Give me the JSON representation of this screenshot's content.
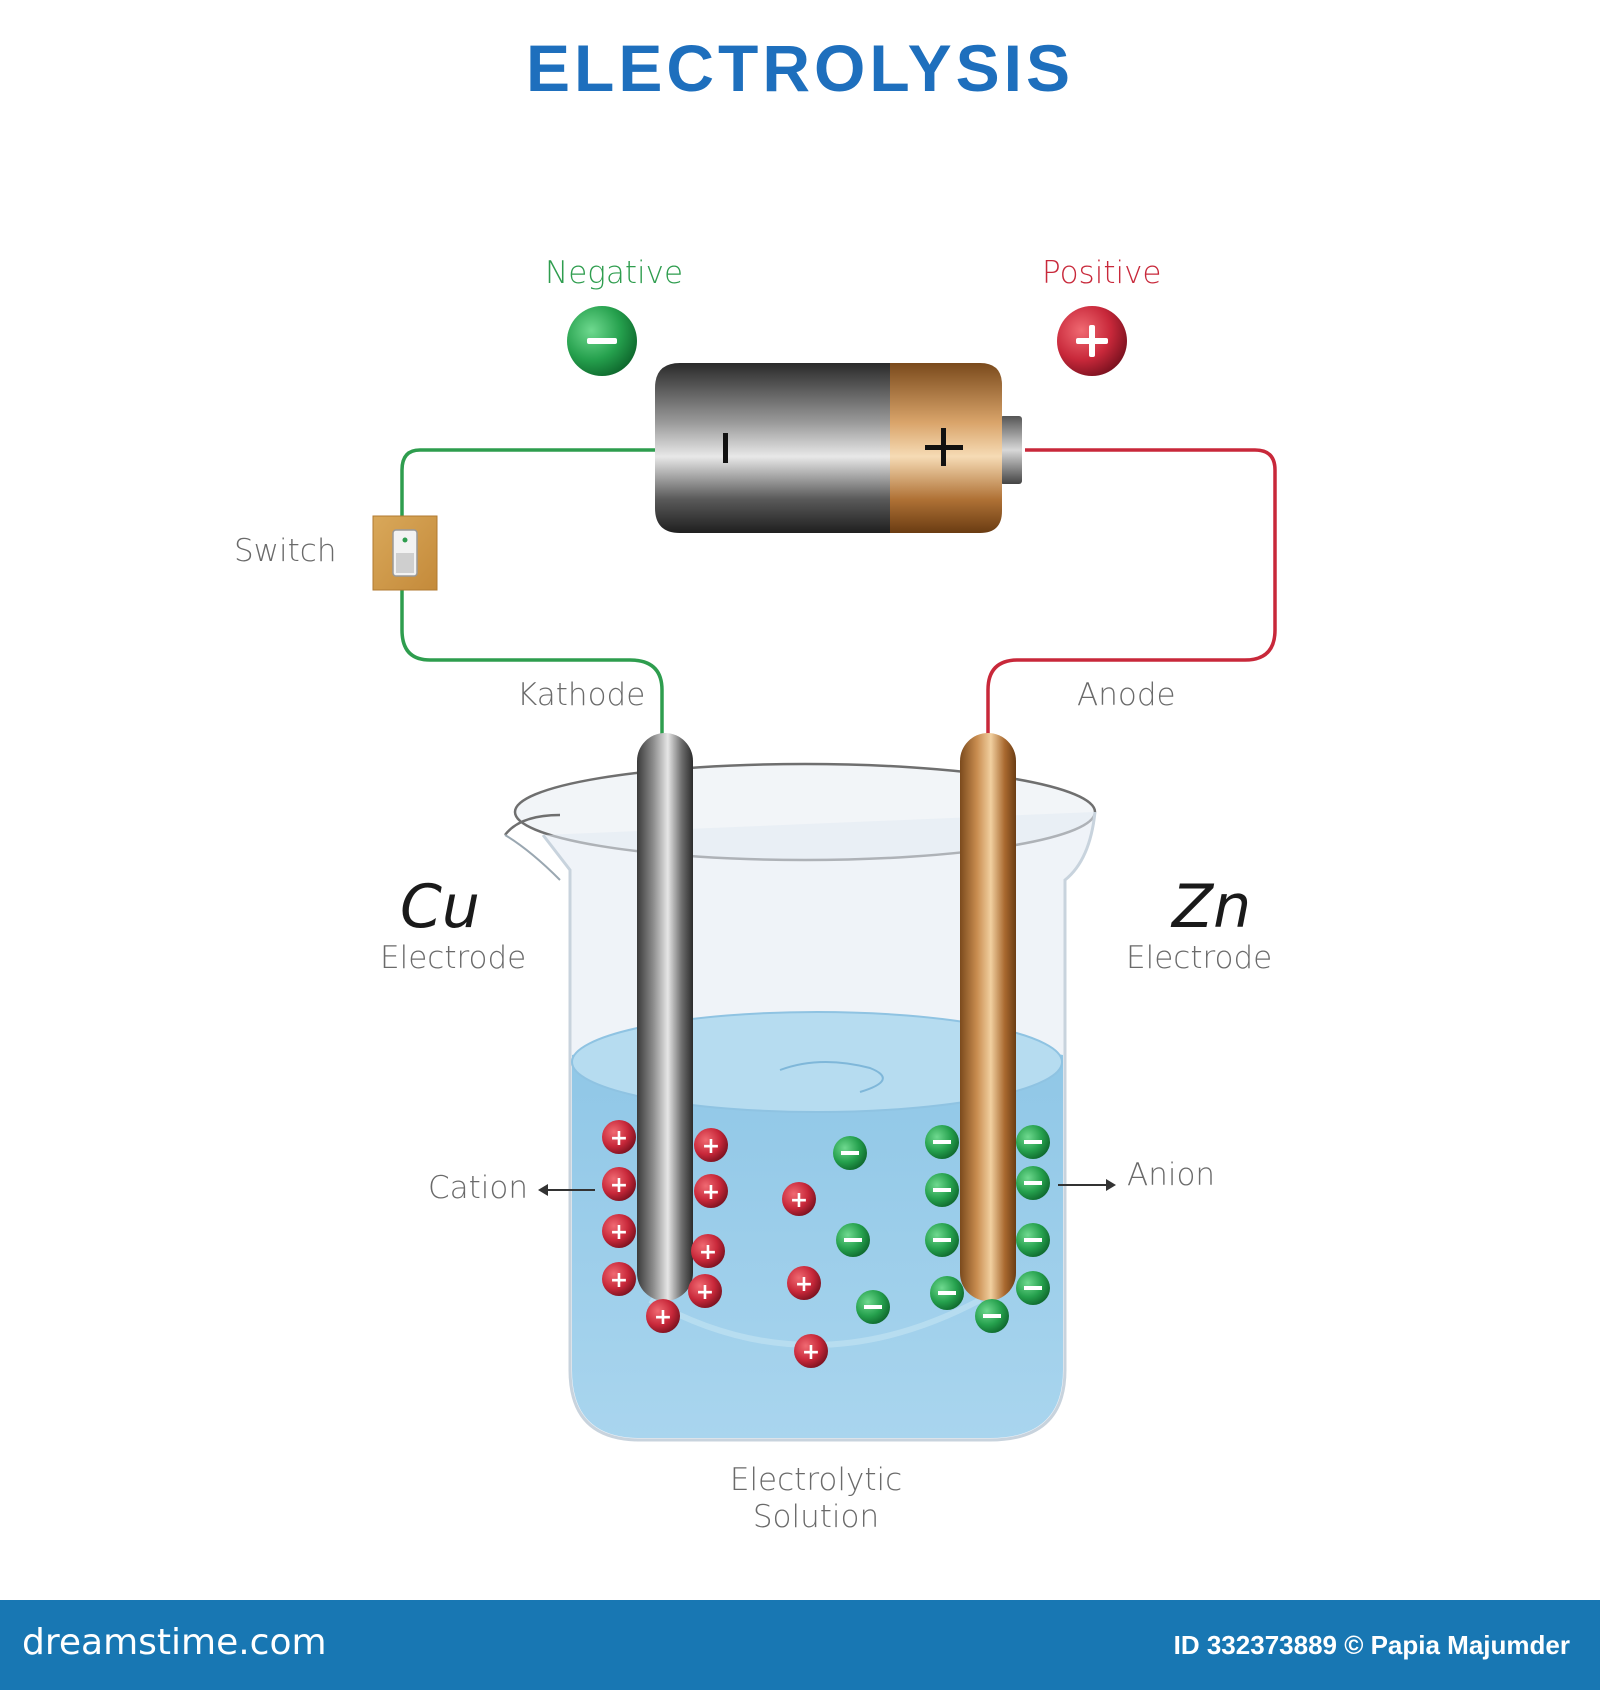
{
  "title": "ELECTROLYSIS",
  "battery": {
    "negative_label": "Negative",
    "positive_label": "Positive",
    "negative_symbol": "−",
    "positive_symbol": "+",
    "negative_color": "#2e9d4e",
    "positive_color": "#c8283a"
  },
  "switch_label": "Switch",
  "cathode_label": "Kathode",
  "anode_label": "Anode",
  "left_electrode": {
    "symbol": "Cu",
    "label": "Electrode"
  },
  "right_electrode": {
    "symbol": "Zn",
    "label": "Electrode"
  },
  "cation_label": "Cation",
  "anion_label": "Anion",
  "solution_label": {
    "line1": "Electrolytic",
    "line2": "Solution"
  },
  "footer": {
    "logo": "dreamstime.com",
    "credit": "ID 332373889 © Papia Majumder"
  },
  "colors": {
    "title": "#1e6fbd",
    "wire_negative": "#2e9d4e",
    "wire_positive": "#c8283a",
    "solution": "#9fd0ea",
    "footer": "#1877b3"
  }
}
